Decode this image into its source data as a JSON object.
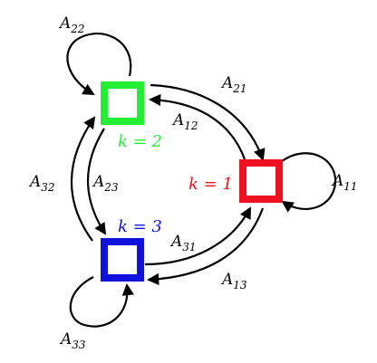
{
  "diagram": {
    "nodes": [
      {
        "id": "k1",
        "label": "k = 1",
        "color": "#ee1122"
      },
      {
        "id": "k2",
        "label": "k = 2",
        "color": "#22ee33"
      },
      {
        "id": "k3",
        "label": "k = 3",
        "color": "#1111dd"
      }
    ],
    "edges": [
      {
        "id": "A11",
        "base": "A",
        "sub": "11",
        "from": "k1",
        "to": "k1"
      },
      {
        "id": "A22",
        "base": "A",
        "sub": "22",
        "from": "k2",
        "to": "k2"
      },
      {
        "id": "A33",
        "base": "A",
        "sub": "33",
        "from": "k3",
        "to": "k3"
      },
      {
        "id": "A12",
        "base": "A",
        "sub": "12",
        "from": "k1",
        "to": "k2"
      },
      {
        "id": "A21",
        "base": "A",
        "sub": "21",
        "from": "k2",
        "to": "k1"
      },
      {
        "id": "A13",
        "base": "A",
        "sub": "13",
        "from": "k1",
        "to": "k3"
      },
      {
        "id": "A31",
        "base": "A",
        "sub": "31",
        "from": "k3",
        "to": "k1"
      },
      {
        "id": "A23",
        "base": "A",
        "sub": "23",
        "from": "k2",
        "to": "k3"
      },
      {
        "id": "A32",
        "base": "A",
        "sub": "32",
        "from": "k3",
        "to": "k2"
      }
    ]
  }
}
